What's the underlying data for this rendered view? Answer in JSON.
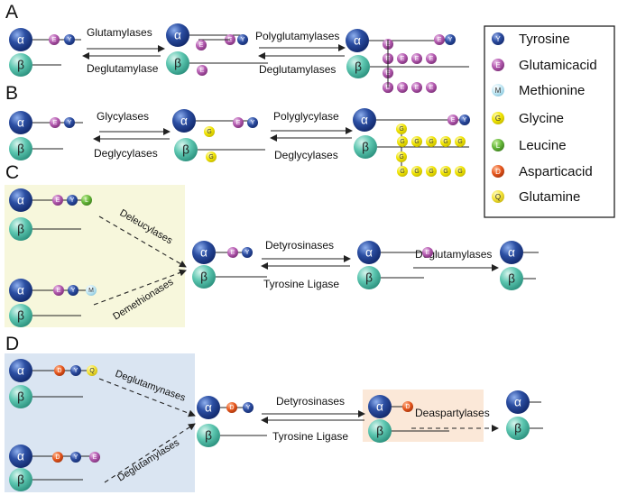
{
  "panel_labels": [
    "A",
    "B",
    "C",
    "D"
  ],
  "subunits": {
    "alpha": "α",
    "beta": "β"
  },
  "residue_letters": {
    "Y": "Y",
    "E": "E",
    "M": "M",
    "G": "G",
    "L": "L",
    "D": "D",
    "Q": "Q"
  },
  "legend": [
    {
      "letter": "Y",
      "name": "Tyrosine",
      "color": "#2e4fa3"
    },
    {
      "letter": "E",
      "name": "Glutamicacid",
      "color": "#b85fb4"
    },
    {
      "letter": "M",
      "name": "Methionine",
      "color": "#bfe6f3"
    },
    {
      "letter": "G",
      "name": "Glycine",
      "color": "#f0e400"
    },
    {
      "letter": "L",
      "name": "Leucine",
      "color": "#66b83a"
    },
    {
      "letter": "D",
      "name": "Asparticacid",
      "color": "#e8581e"
    },
    {
      "letter": "Q",
      "name": "Glutamine",
      "color": "#f5e43a"
    }
  ],
  "enzymes": {
    "a_forward_1": "Glutamylases",
    "a_reverse_1": "Deglutamylase",
    "a_forward_2": "Polyglutamylases",
    "a_reverse_2": "Deglutamylases",
    "b_forward_1": "Glycylases",
    "b_reverse_1": "Deglycylases",
    "b_forward_2": "Polyglycylase",
    "b_reverse_2": "Deglycylases",
    "c_top": "Deleucylases",
    "c_bottom": "Demethionases",
    "c_forward": "Detyrosinases",
    "c_reverse": "Tyrosine Ligase",
    "c_last": "Deglutamylases",
    "d_top": "Deglutamynases",
    "d_bottom": "Deglutamylases",
    "d_forward": "Detyrosinases",
    "d_reverse": "Tyrosine Ligase",
    "d_last": "Deaspartylases"
  },
  "colors": {
    "alpha": "#2c4fa3",
    "beta": "#5cc6b0",
    "panel_c_bg": "#f7f7dc",
    "panel_d_bg": "#dae5f2",
    "panel_d_highlight": "#fbe8d8",
    "line": "#222222"
  }
}
